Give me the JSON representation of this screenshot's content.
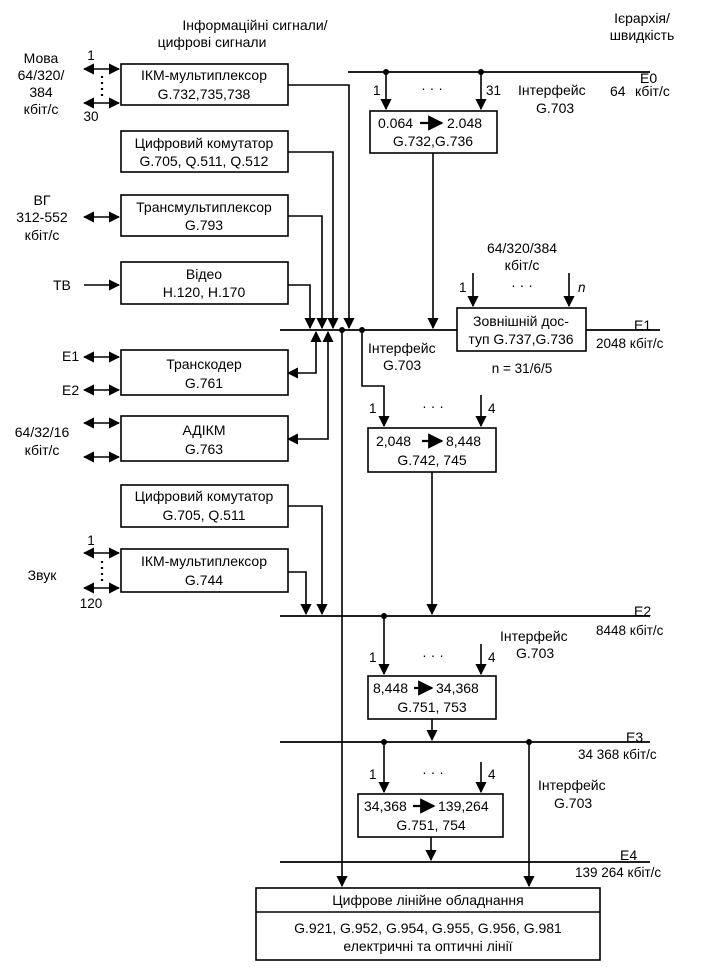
{
  "header": {
    "info_line1": "Інформаційні сигнали/",
    "info_line2": "цифрові сигнали",
    "hier_line1": "Ієрархія/",
    "hier_line2": "швидкість"
  },
  "inputs": {
    "speech_l1": "Мова",
    "speech_l2": "64/320/",
    "speech_l3": "384",
    "speech_l4": "кбіт/с",
    "speech_n1": "1",
    "speech_n2": "30",
    "vg_l1": "ВГ",
    "vg_l2": "312-552",
    "vg_l3": "кбіт/с",
    "tv": "ТВ",
    "e1": "E1",
    "e2": "E2",
    "adpcm_l1": "64/32/16",
    "adpcm_l2": "кбіт/с",
    "sound": "Звук",
    "sound_n1": "1",
    "sound_n2": "120"
  },
  "boxes": {
    "pcm_mux_l1": "ІКМ-мультиплексор",
    "pcm_mux_l2": "G.732,735,738",
    "dig_switch1_l1": "Цифровий комутатор",
    "dig_switch1_l2": "G.705, Q.511, Q.512",
    "transmux_l1": "Трансмультиплексор",
    "transmux_l2": "G.793",
    "video_l1": "Відео",
    "video_l2": "H.120, H.170",
    "transcoder_l1": "Транскодер",
    "transcoder_l2": "G.761",
    "adpcm_box_l1": "АДІКМ",
    "adpcm_box_l2": "G.763",
    "dig_switch2_l1": "Цифровий комутатор",
    "dig_switch2_l2": "G.705, Q.511",
    "pcm_sound_l1": "ІКМ-мультиплексор",
    "pcm_sound_l2": "G.744",
    "conv0_l1a": "0.064",
    "conv0_l1b": "2.048",
    "conv0_l2": "G.732,G.736",
    "ext_access_l1": "Зовнішній дос-",
    "ext_access_l2": "туп G.737,G.736",
    "conv1_l1a": "2,048",
    "conv1_l1b": "8,448",
    "conv1_l2": "G.742, 745",
    "conv2_l1a": "8,448",
    "conv2_l1b": "34,368",
    "conv2_l2": "G.751, 753",
    "conv3_l1a": "34,368",
    "conv3_l1b": "139,264",
    "conv3_l2": "G.751, 754",
    "line_eq_title": "Цифрове лінійне обладнання",
    "line_eq_l2": "G.921, G.952, G.954, G.955, G.956, G.981",
    "line_eq_l3": "електричні та оптичні лінії"
  },
  "levels": {
    "e0": "E0",
    "e0_rate_a": "64",
    "e0_rate_b": "кбіт/с",
    "e1": "E1",
    "e1_rate": "2048 кбіт/с",
    "e2": "E2",
    "e2_rate": "8448 кбіт/с",
    "e3": "E3",
    "e3_rate": "34 368 кбіт/с",
    "e4": "E4",
    "e4_rate": "139 264 кбіт/с"
  },
  "interfaces": {
    "iface": "Інтерфейс",
    "g703": "G.703"
  },
  "misc": {
    "n1": "1",
    "n31": "31",
    "n4": "4",
    "nn": "n",
    "dots": "· · ·",
    "rate_ext": "64/320/384",
    "rate_ext_unit": "кбіт/с",
    "n_eq": "n = 31/6/5"
  }
}
